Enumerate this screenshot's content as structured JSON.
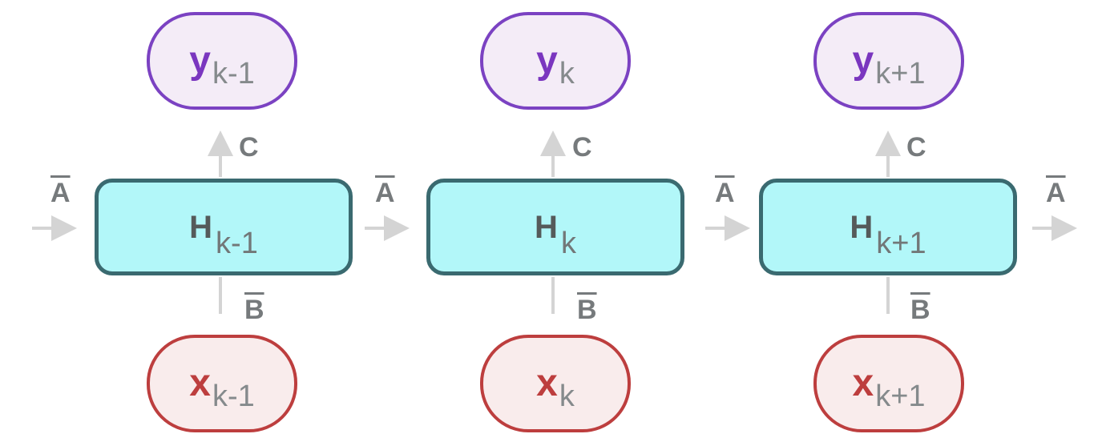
{
  "colors": {
    "output_border": "#7b42c2",
    "output_fill": "#f4ecf7",
    "input_border": "#bd3e3e",
    "input_fill": "#f9ecec",
    "state_border": "#3a6a70",
    "state_fill": "#b2f7f9",
    "arrow": "#d4d4d4",
    "label": "#767a7c"
  },
  "steps": [
    {
      "output": {
        "symbol": "y",
        "sub": "k-1"
      },
      "state": {
        "symbol": "H",
        "sub": "k-1"
      },
      "input": {
        "symbol": "x",
        "sub": "k-1"
      },
      "output_matrix": "C",
      "input_matrix": "B"
    },
    {
      "output": {
        "symbol": "y",
        "sub": "k"
      },
      "state": {
        "symbol": "H",
        "sub": "k"
      },
      "input": {
        "symbol": "x",
        "sub": "k"
      },
      "output_matrix": "C",
      "input_matrix": "B"
    },
    {
      "output": {
        "symbol": "y",
        "sub": "k+1"
      },
      "state": {
        "symbol": "H",
        "sub": "k+1"
      },
      "input": {
        "symbol": "x",
        "sub": "k+1"
      },
      "output_matrix": "C",
      "input_matrix": "B"
    }
  ],
  "transitions": [
    "A",
    "A",
    "A",
    "A"
  ]
}
